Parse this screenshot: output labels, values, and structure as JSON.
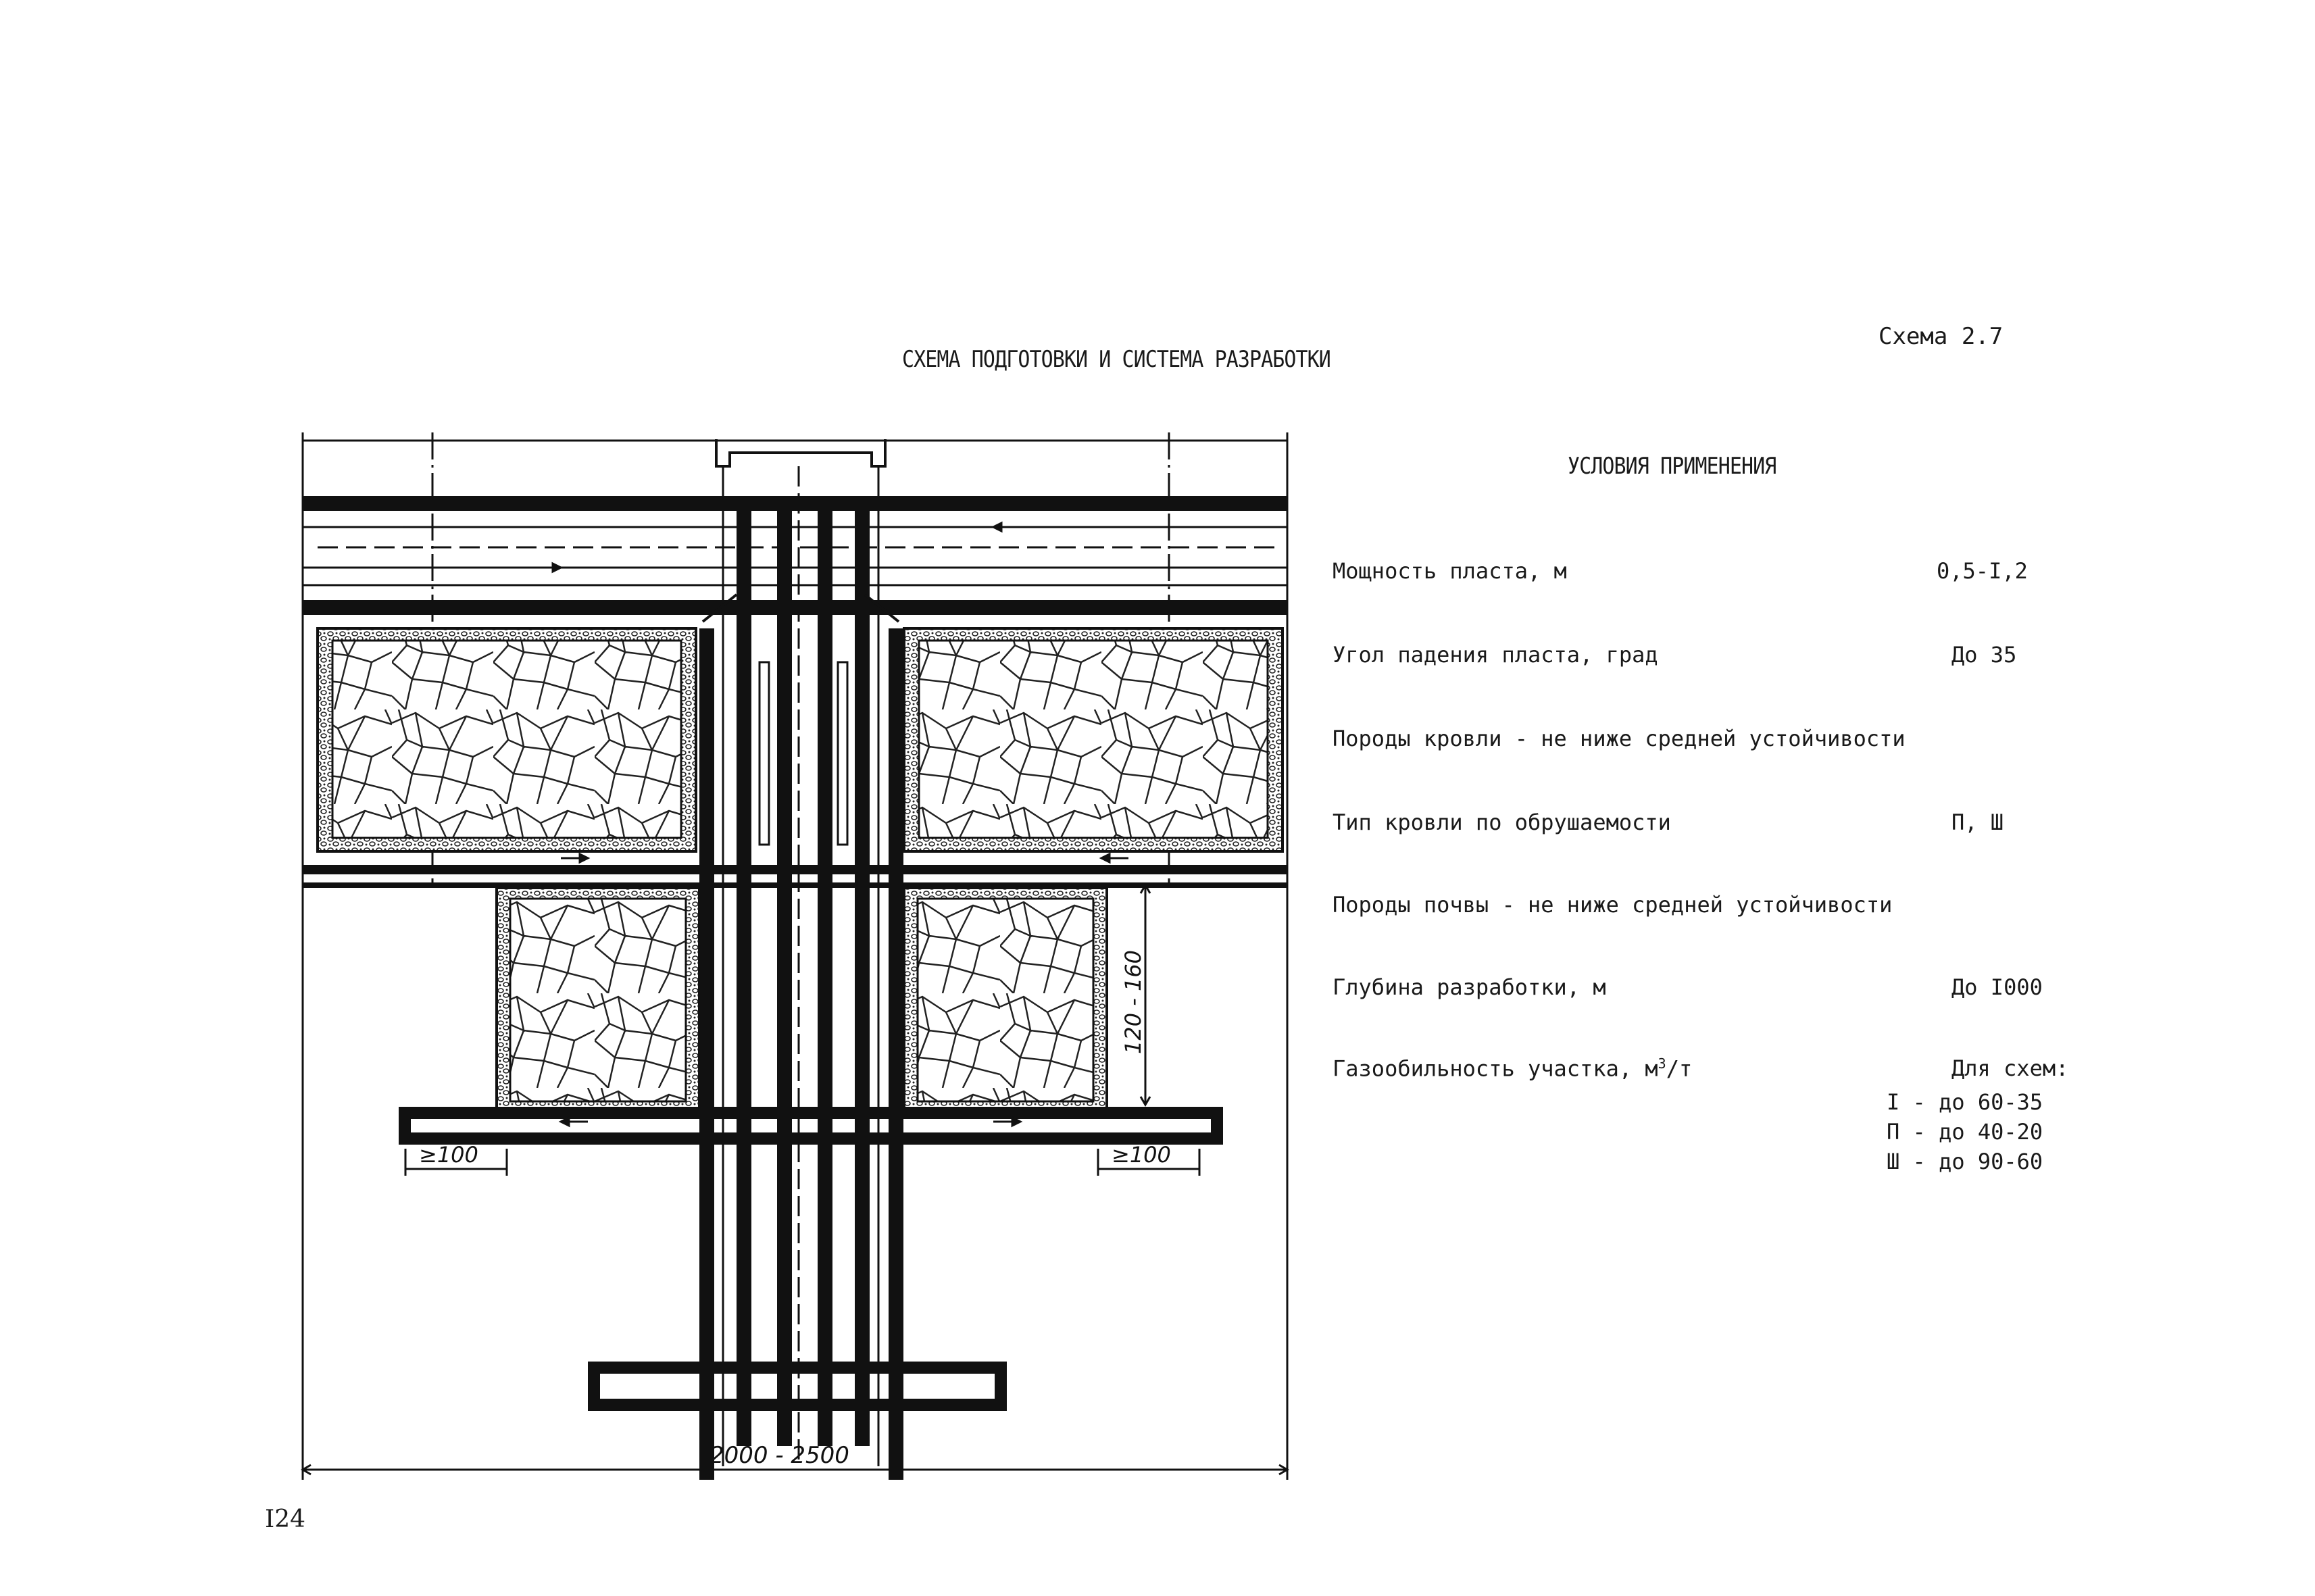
{
  "header": {
    "scheme_label": "Схема 2.7",
    "title": "СХЕМА ПОДГОТОВКИ И СИСТЕМА РАЗРАБОТКИ"
  },
  "conditions": {
    "title": "УСЛОВИЯ ПРИМЕНЕНИЯ",
    "rows": [
      {
        "label": "Мощность пласта, м",
        "value": "0,5-I,2"
      },
      {
        "label": "Угол падения пласта, град",
        "value": "До 35"
      },
      {
        "label": "Породы кровли - не ниже средней устойчивости",
        "value": ""
      },
      {
        "label": "Тип кровли по обрушаемости",
        "value": "П, Ш"
      },
      {
        "label": "Породы почвы - не ниже средней устойчивости",
        "value": ""
      },
      {
        "label": "Глубина разработки, м",
        "value": "До I000"
      }
    ],
    "gas": {
      "label": "Газообильность участка, м",
      "label_sup": "3",
      "label_tail": "/т",
      "header": "Для схем:",
      "items": [
        "I - до 60-35",
        "П - до 40-20",
        "Ш - до 90-60"
      ]
    }
  },
  "diagram": {
    "dim_width": "2000 - 2500",
    "dim_pillar": "120 - 160",
    "dim_left_offset": "≥100",
    "dim_right_offset": "≥100"
  },
  "page_number": "I24"
}
